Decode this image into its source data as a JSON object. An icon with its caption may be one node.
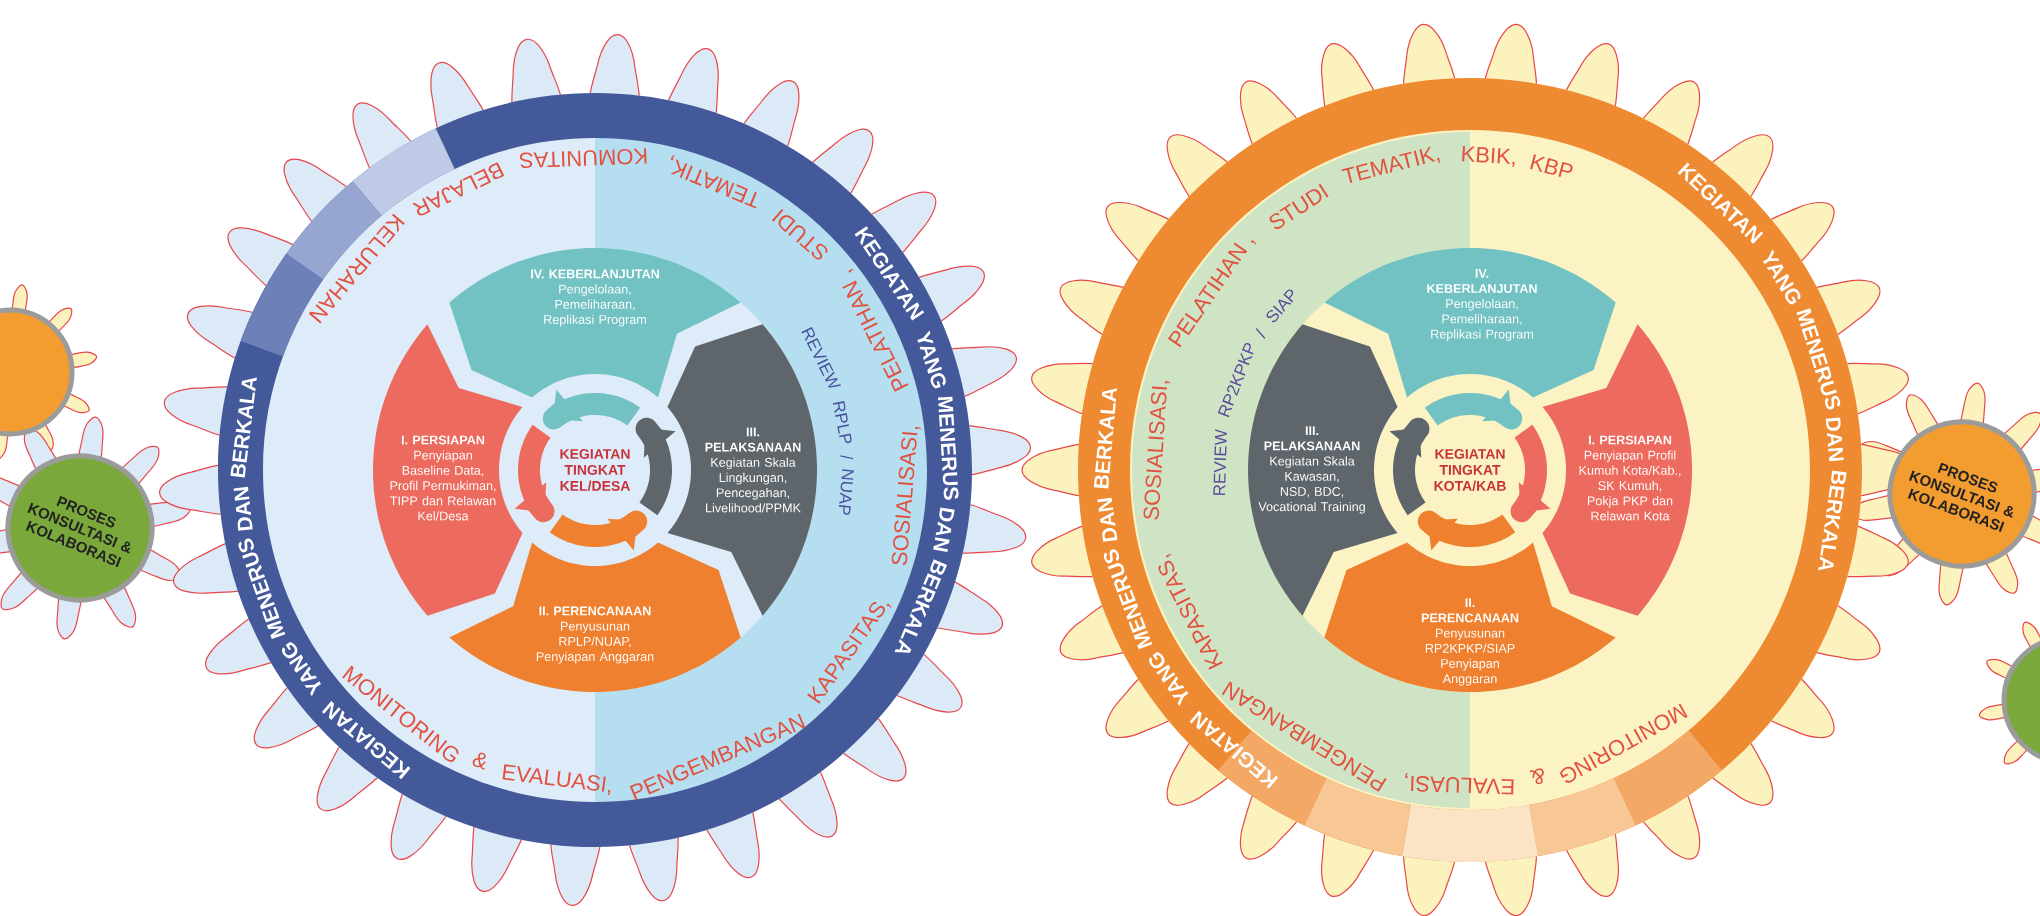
{
  "diagram": {
    "nodes": [
      {
        "text": [],
        "shape": "circle"
      },
      {
        "text": [
          "PROSES KONSULTASI & KOLABORASI"
        ]
      },
      {
        "text": [
          "KEGIATAN TINGKAT KEL/DESA"
        ]
      },
      {
        "text": [
          "IV. KEBERLANJUTAN",
          "Pengelolaan, Pemeliharaan, Replikasi Program"
        ]
      },
      {
        "text": [
          "I. PERSIAPAN",
          "Penyiapan Baseline Data, Profil Permukiman, TIPP dan Relawan Kel/Desa"
        ]
      },
      {
        "text": [
          "III. PELAKSANAAN",
          "Kegiatan Skala Lingkungan, Pencegahan, Livelihood/PPMK"
        ]
      },
      {
        "text": [
          "II. PERENCANAAN",
          "Penyusunan RPLP/NUAP, Penyiapan Anggaran"
        ]
      },
      {
        "text": [
          "KEGIATAN TINGKAT KOTA/KAB"
        ]
      },
      {
        "text": [
          "IV. KEBERLANJUTAN",
          "Pengelolaan, Pemeliharaan, Replikasi Program"
        ]
      },
      {
        "text": [
          "III. PELAKSANAAN",
          "Kegiatan Skala Kawasan, NSD, BDC, Vocational Training"
        ]
      },
      {
        "text": [
          "I. PERSIAPAN",
          "Penyiapan Profil Kumuh Kota/Kab., SK Kumuh, Pokja PKP dan Relawan Kota"
        ]
      },
      {
        "text": [
          "II. PERENCANAAN",
          "Penyusunan RP2KPKP/SIAP Penyiapan Anggaran"
        ]
      },
      {
        "text": [
          "PROSES KONSULTASI & KOLABORASI"
        ]
      },
      {
        "text": [],
        "shape": "circle"
      }
    ],
    "labels": [
      "KEGIATAN",
      "YANG",
      "MENERUS",
      "DAN",
      "BERKALA",
      "KEGIATAN",
      "YANG",
      "MENERUS",
      "DAN",
      "BERKALA",
      "MONITORING",
      "&",
      "EVALUASI,",
      "PENGEMBANGAN",
      "KAPASITAS,",
      "SOSIALISASI,",
      "PELATIHAN ,",
      "STUDI",
      "TEMATIK,",
      "KOMUNITAS",
      "BELAJAR",
      "KELURAHAN",
      "REVIEW",
      "RPLP",
      "/",
      "NUAP",
      "KEGIATAN",
      "YANG",
      "MENERUS",
      "DAN",
      "BERKALA",
      "KEGIATAN",
      "YANG",
      "MENERUS",
      "DAN",
      "BERKALA",
      "MONITORING",
      "&",
      "EVALUASI,",
      "PENGEMBANGAN",
      "KAPASITAS,",
      "SOSIALISASI,",
      "PELATIHAN ,",
      "STUDI",
      "TEMATIK,",
      "KBIK,",
      "KBP",
      "REVIEW",
      "RP2KPKP",
      "/",
      "SIAP"
    ]
  }
}
